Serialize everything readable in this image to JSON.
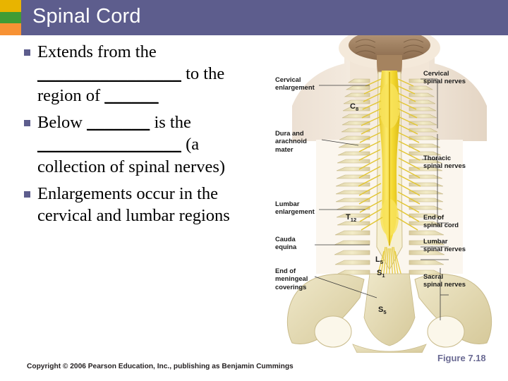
{
  "slide": {
    "title": "Spinal Cord",
    "accent_colors": [
      "#e8b400",
      "#3f9c35",
      "#f79234"
    ],
    "header_color": "#5d5d8d",
    "bullet_marker_color": "#5d5d8d"
  },
  "bullets": [
    {
      "id": "bullet-extends",
      "segments": [
        {
          "type": "text",
          "value": "Extends from the "
        },
        {
          "type": "blank",
          "value": "________________"
        },
        {
          "type": "text",
          "value": " to the region of "
        },
        {
          "type": "blank",
          "value": "______"
        }
      ]
    },
    {
      "id": "bullet-below",
      "segments": [
        {
          "type": "text",
          "value": "Below "
        },
        {
          "type": "blank",
          "value": "_______"
        },
        {
          "type": "text",
          "value": " is the "
        },
        {
          "type": "blank",
          "value": "________________"
        },
        {
          "type": "text",
          "value": " (a collection of spinal nerves)"
        }
      ]
    },
    {
      "id": "bullet-enlargements",
      "segments": [
        {
          "type": "text",
          "value": "Enlargements occur in the cervical and lumbar regions"
        }
      ]
    }
  ],
  "figure": {
    "caption": "Figure 7.18",
    "labels_left": [
      {
        "name": "cervical-enlargement",
        "lines": [
          "Cervical",
          "enlargement"
        ]
      },
      {
        "name": "dura-arachnoid-mater",
        "lines": [
          "Dura and",
          "arachnoid",
          "mater"
        ]
      },
      {
        "name": "lumbar-enlargement",
        "lines": [
          "Lumbar",
          "enlargement"
        ]
      },
      {
        "name": "cauda-equina",
        "lines": [
          "Cauda",
          "equina"
        ]
      },
      {
        "name": "end-of-meningeal-coverings",
        "lines": [
          "End of",
          "meningeal",
          "coverings"
        ]
      }
    ],
    "labels_right": [
      {
        "name": "cervical-spinal-nerves",
        "lines": [
          "Cervical",
          "spinal nerves"
        ]
      },
      {
        "name": "thoracic-spinal-nerves",
        "lines": [
          "Thoracic",
          "spinal nerves"
        ]
      },
      {
        "name": "end-of-spinal-cord",
        "lines": [
          "End of",
          "spinal cord"
        ]
      },
      {
        "name": "lumbar-spinal-nerves",
        "lines": [
          "Lumbar",
          "spinal nerves"
        ]
      },
      {
        "name": "sacral-spinal-nerves",
        "lines": [
          "Sacral",
          "spinal nerves"
        ]
      }
    ],
    "segment_markers": [
      {
        "name": "marker-c8",
        "letter": "C",
        "number": "8"
      },
      {
        "name": "marker-t12",
        "letter": "T",
        "number": "12"
      },
      {
        "name": "marker-l5",
        "letter": "L",
        "number": "5"
      },
      {
        "name": "marker-s1",
        "letter": "S",
        "number": "1"
      },
      {
        "name": "marker-s5",
        "letter": "S",
        "number": "5"
      }
    ]
  },
  "footer": {
    "copyright": "Copyright © 2006 Pearson Education, Inc., publishing as Benjamin Cummings"
  }
}
